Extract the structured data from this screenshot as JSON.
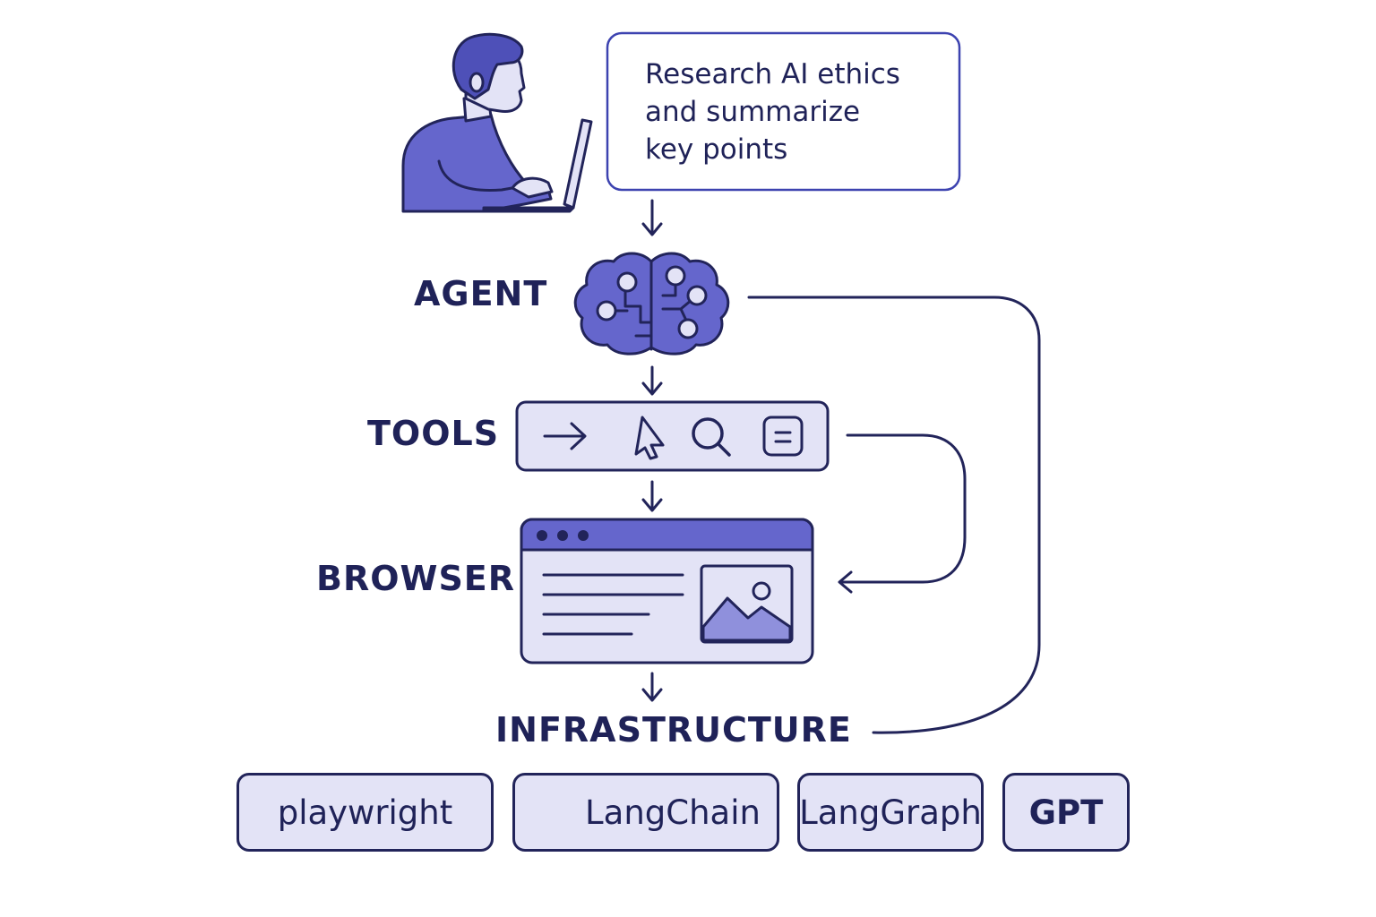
{
  "prompt": {
    "lines": [
      "Research AI ethics",
      "and summarize",
      "key points"
    ]
  },
  "layers": {
    "agent": "AGENT",
    "tools": "TOOLS",
    "browser": "BROWSER",
    "infrastructure": "INFRASTRUCTURE"
  },
  "tools_icons": [
    "arrow-right-icon",
    "cursor-icon",
    "search-icon",
    "note-icon"
  ],
  "infrastructure_badges": [
    {
      "label": "playwright"
    },
    {
      "label": "LangChain",
      "icon": "langchain-icon"
    },
    {
      "label": "LangGraph"
    },
    {
      "label": "GPT"
    }
  ],
  "colors": {
    "ink": "#22245a",
    "accent": "#6566cc",
    "fill_light": "#e3e3f6",
    "prompt_border": "#3d43b0"
  }
}
